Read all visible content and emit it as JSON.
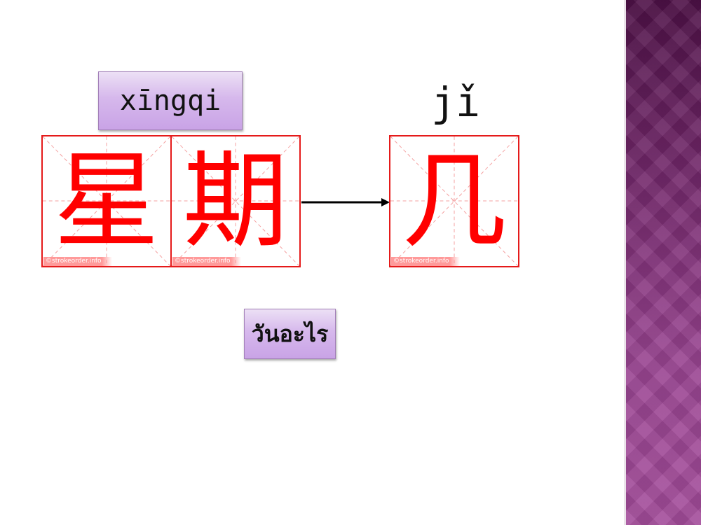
{
  "slide": {
    "pinyin_left": "xīngqi",
    "pinyin_right": "jǐ",
    "thai_meaning": "วันอะไร",
    "characters": [
      {
        "char": "星",
        "watermark": "©strokeorder.info"
      },
      {
        "char": "期",
        "watermark": "©strokeorder.info"
      },
      {
        "char": "几",
        "watermark": "©strokeorder.info"
      }
    ]
  },
  "colors": {
    "character": "#ff0000",
    "grid_border": "#e51a1a",
    "label_fill": "#d6b8ec",
    "side_band": "#7a2d72"
  }
}
